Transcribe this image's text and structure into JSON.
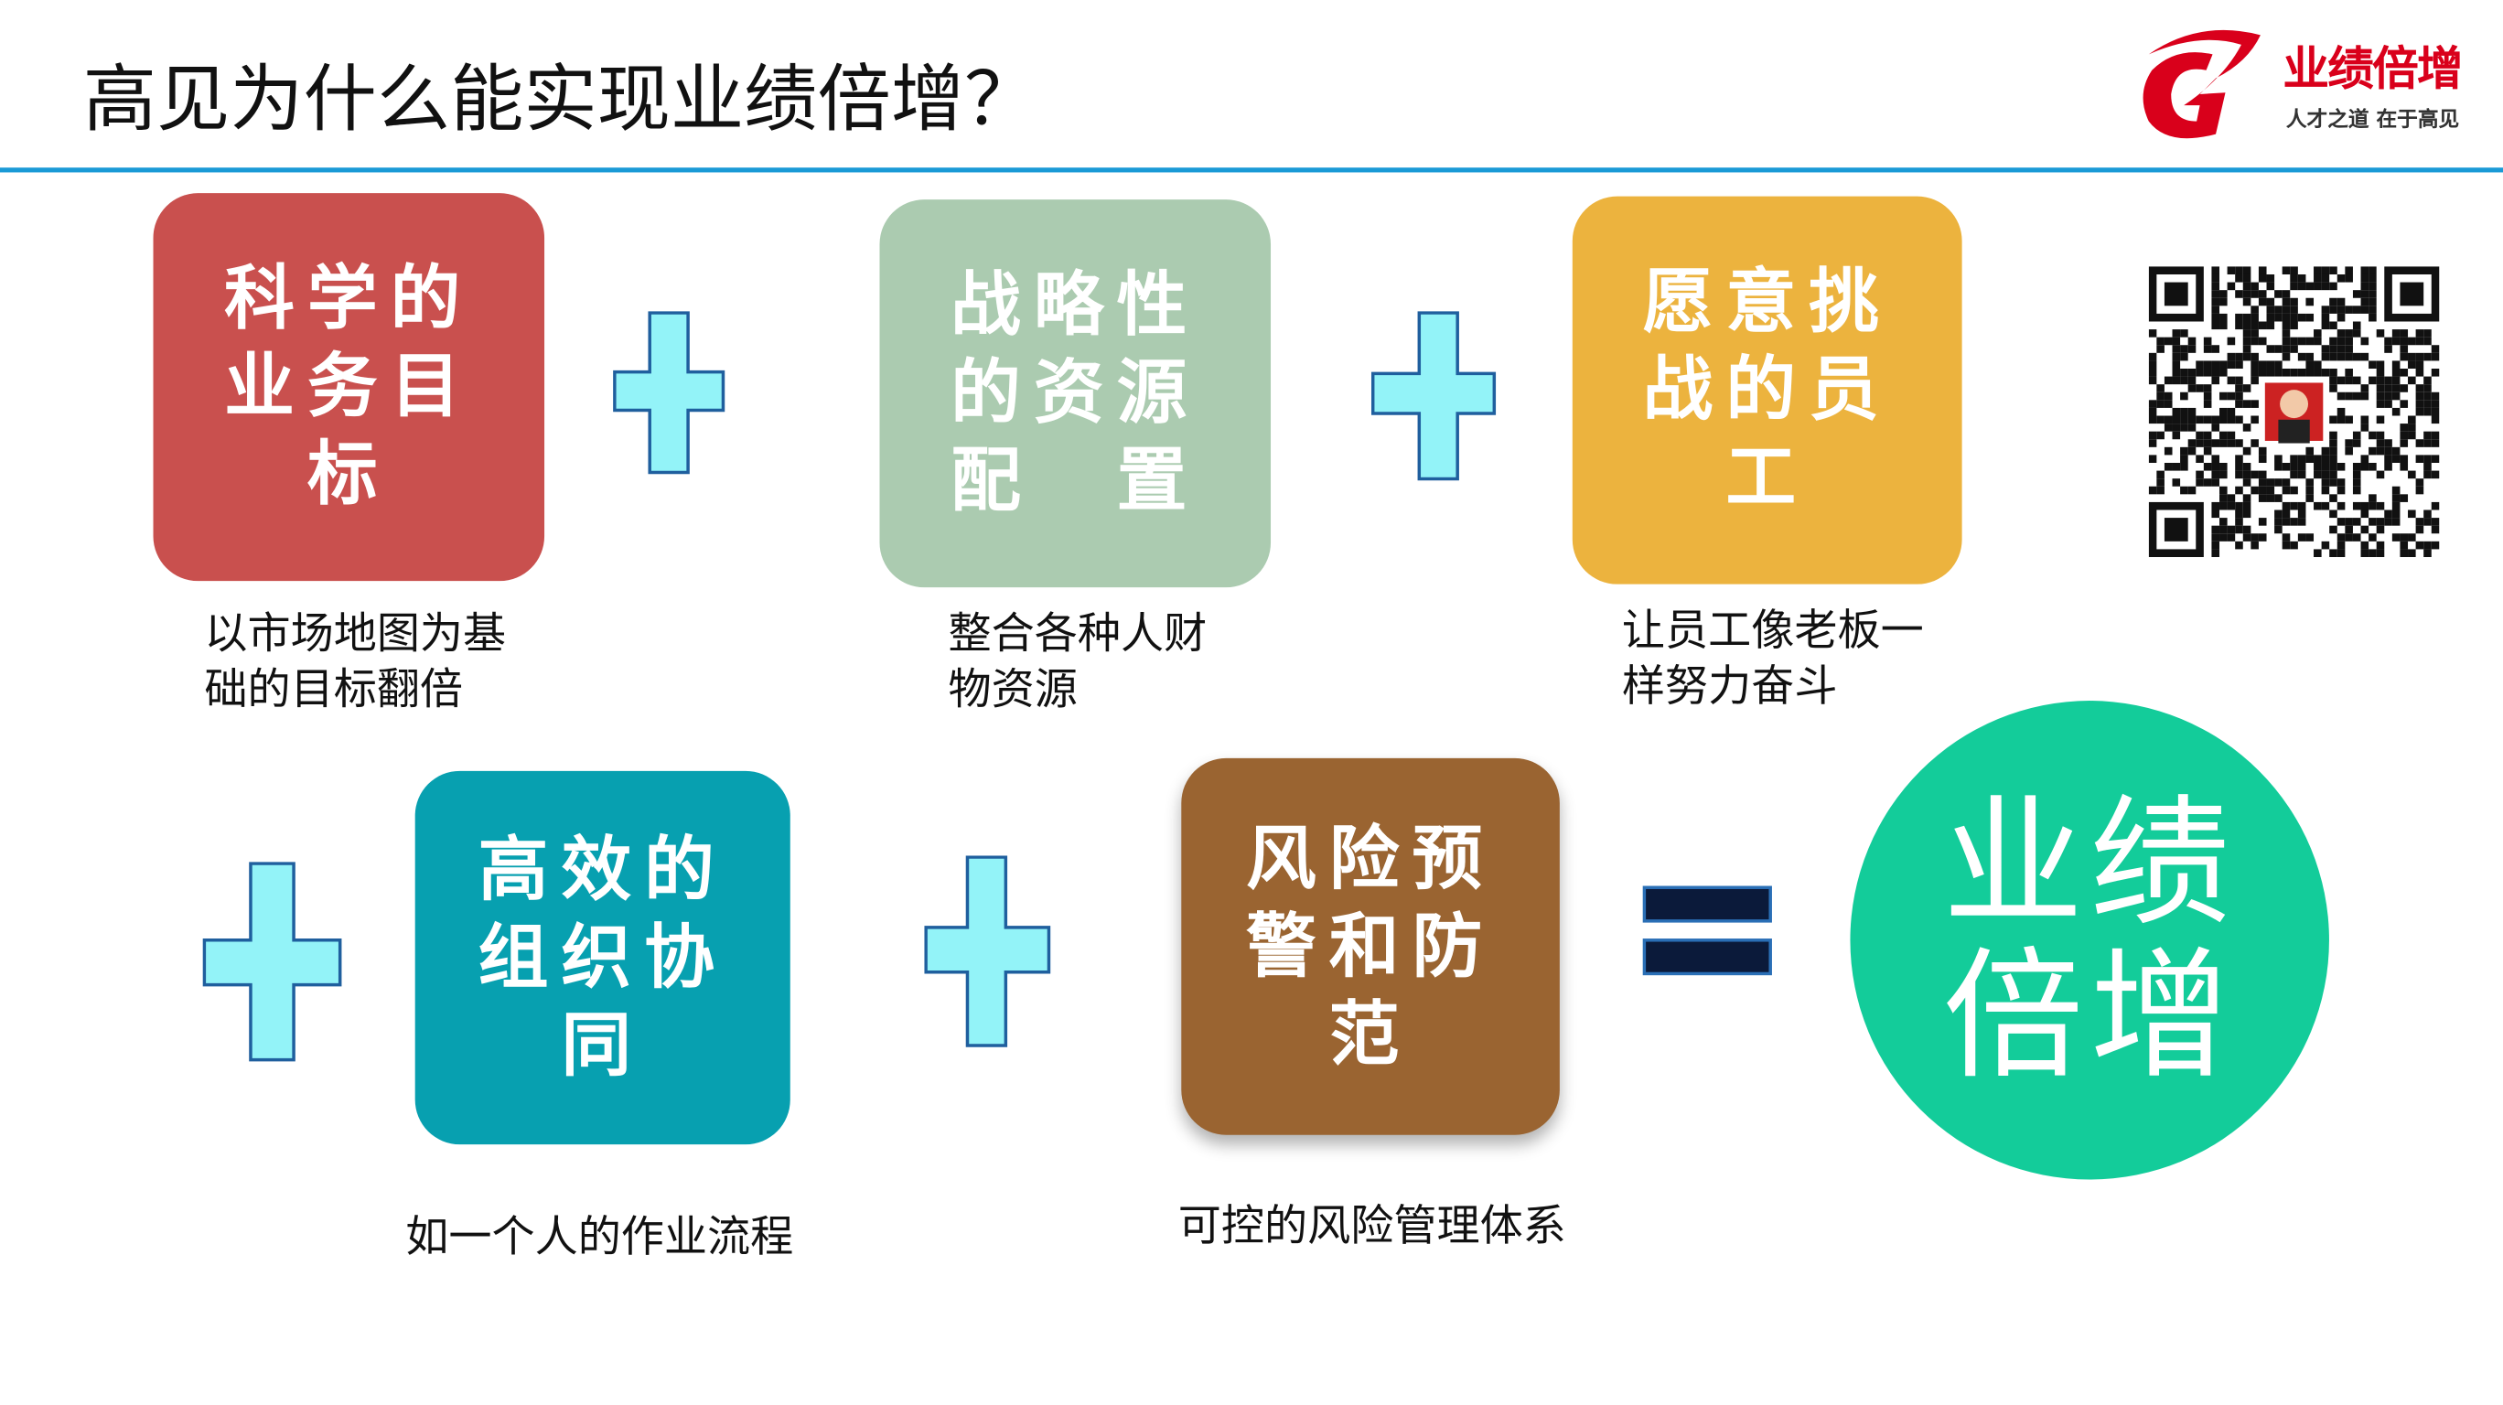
{
  "header": {
    "title": "高见为什么能实现业绩倍增？"
  },
  "logo": {
    "brand": "业绩倍增",
    "slogan": "人才之道 在于高见",
    "color": "#d9001b"
  },
  "boxes": [
    {
      "lines": [
        "科学的",
        "业务目",
        "标"
      ],
      "caption": [
        "以市场地图为基",
        "础的目标翻倍"
      ],
      "color": "#c9504e"
    },
    {
      "lines": [
        "战略性",
        "的资源",
        "配　置"
      ],
      "caption": [
        "整合各种人财",
        "物资源"
      ],
      "color": "#abcbb0"
    },
    {
      "lines": [
        "愿意挑",
        "战的员",
        "工"
      ],
      "caption": [
        "让员工像老板一",
        "样努力奋斗"
      ],
      "color": "#ecb33e"
    },
    {
      "lines": [
        "高效的",
        "组织协",
        "同"
      ],
      "caption": [
        "如一个人的作业流程"
      ],
      "color": "#07a0b0"
    },
    {
      "lines": [
        "风险预",
        "警和防",
        "范"
      ],
      "caption": [
        "可控的风险管理体系"
      ],
      "color": "#9a6431"
    }
  ],
  "result": {
    "lines": [
      "业绩",
      "倍增"
    ],
    "color": "#13cc9a"
  },
  "colors": {
    "rule": "#1a9ad6",
    "plus_fill": "#93f3f8",
    "plus_stroke": "#1f5f9e",
    "equals": "#0b1a3a"
  }
}
